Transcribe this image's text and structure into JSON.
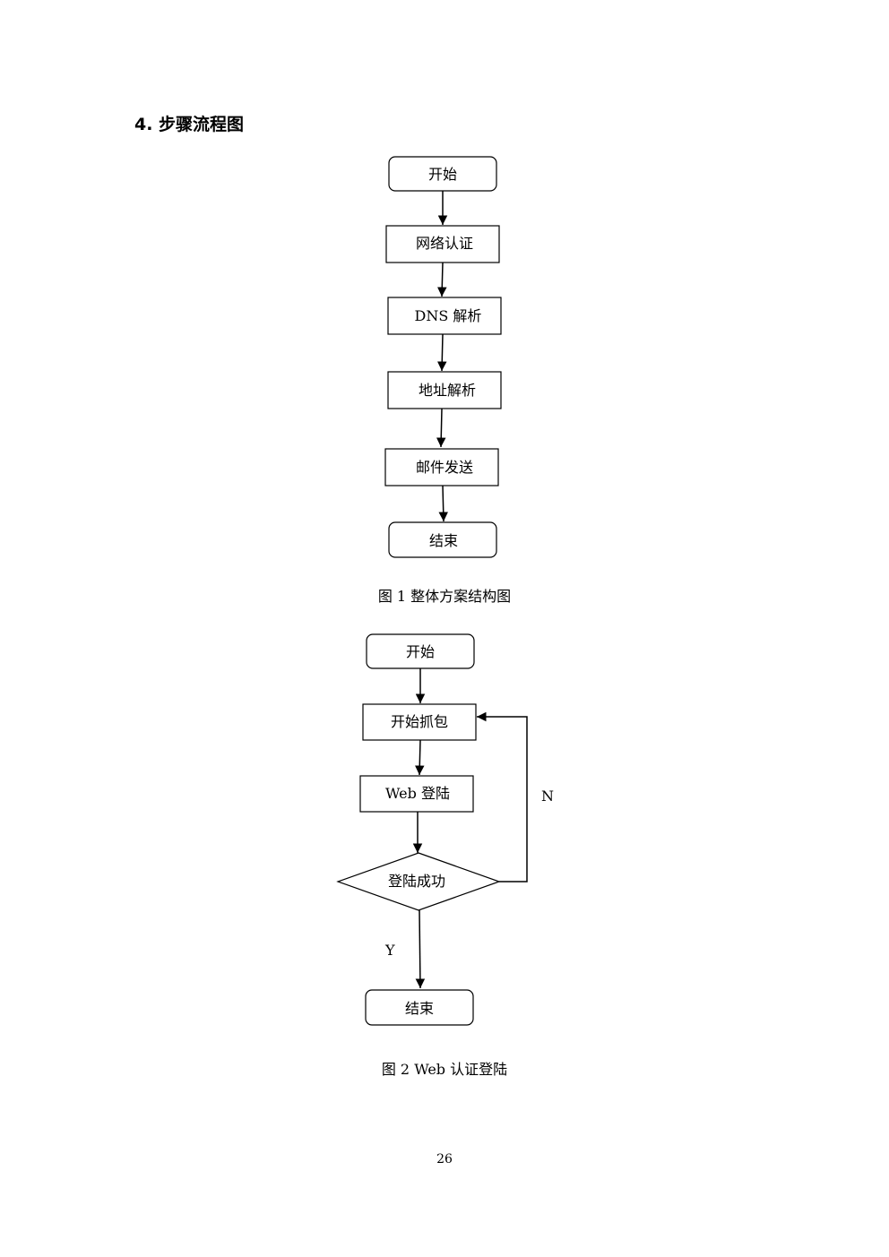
{
  "section_heading": "4. 步骤流程图",
  "figure1": {
    "caption": "图 1  整体方案结构图",
    "nodes": {
      "start": "开始",
      "network_auth": "网络认证",
      "dns_parse": "DNS 解析",
      "address_parse": "地址解析",
      "mail_send": "邮件发送",
      "end": "结束"
    }
  },
  "figure2": {
    "caption": "图 2  Web  认证登陆",
    "nodes": {
      "start": "开始",
      "capture": "开始抓包",
      "web_login": "Web 登陆",
      "login_success": "登陆成功",
      "end": "结束"
    },
    "labels": {
      "no": "N",
      "yes": "Y"
    }
  },
  "page_number": "26"
}
